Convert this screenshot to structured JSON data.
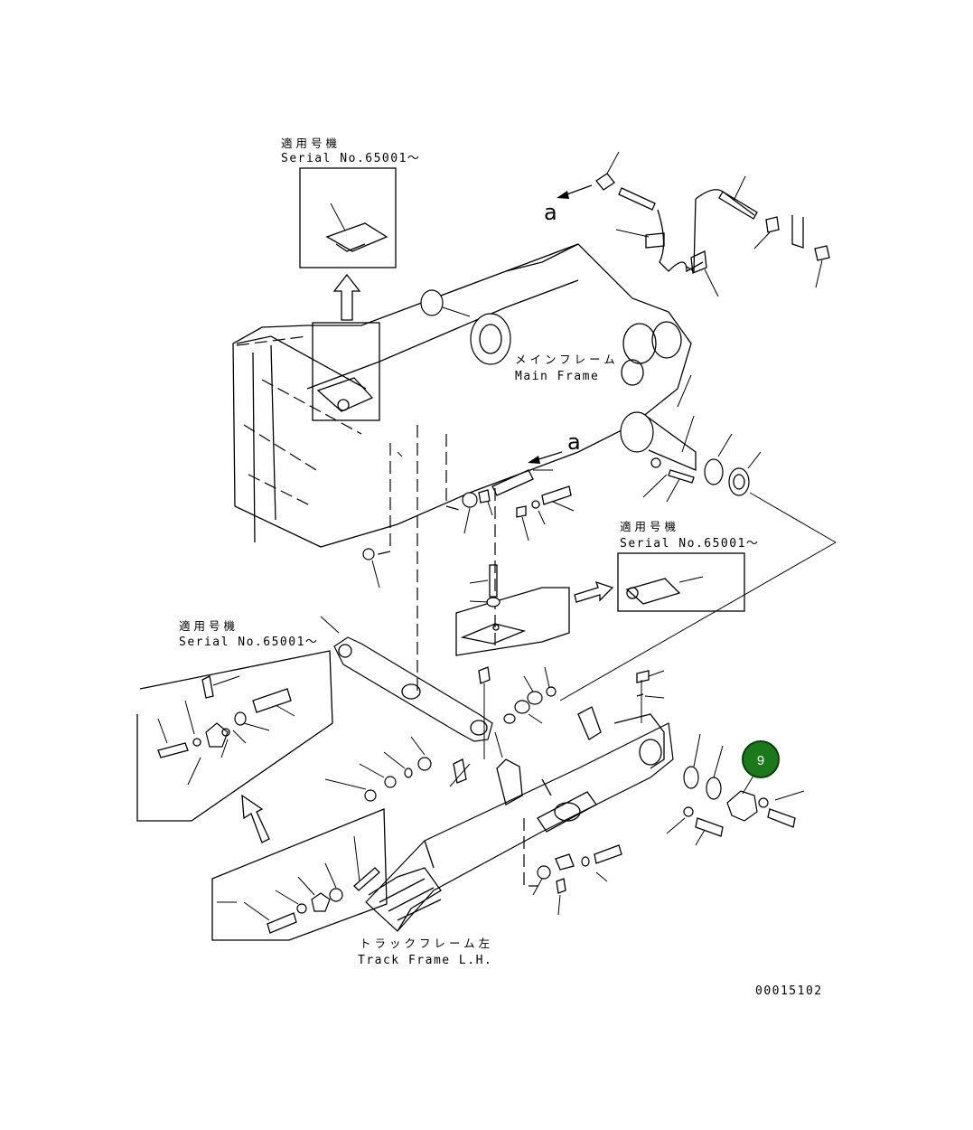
{
  "callouts": [
    {
      "jp": "適用号機",
      "serial": "Serial No.65001～"
    },
    {
      "jp": "適用号機",
      "serial": "Serial No.65001～"
    },
    {
      "jp": "適用号機",
      "serial": "Serial No.65001～"
    }
  ],
  "main_frame": {
    "jp": "メインフレーム",
    "en": "Main Frame"
  },
  "track_frame": {
    "jp": "トラックフレーム左",
    "en": "Track Frame L.H."
  },
  "view_marks": [
    "a",
    "a"
  ],
  "highlight": {
    "label": "9",
    "color": "#1a7a1a"
  },
  "drawing_number": "00015102"
}
